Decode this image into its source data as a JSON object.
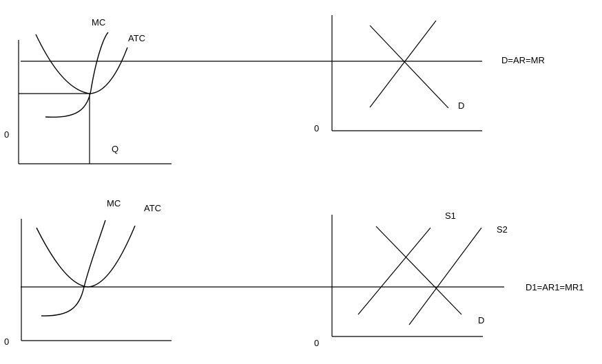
{
  "top_left": {
    "mc_label": "MC",
    "atc_label": "ATC",
    "origin_label": "0",
    "q_label": "Q"
  },
  "top_right": {
    "d_label": "D",
    "origin_label": "0",
    "price_line_label": "D=AR=MR"
  },
  "bottom_left": {
    "mc_label": "MC",
    "atc_label": "ATC",
    "origin_label": "0"
  },
  "bottom_right": {
    "s1_label": "S1",
    "s2_label": "S2",
    "d_label": "D",
    "origin_label": "0",
    "price_line_label": "D1=AR1=MR1"
  }
}
